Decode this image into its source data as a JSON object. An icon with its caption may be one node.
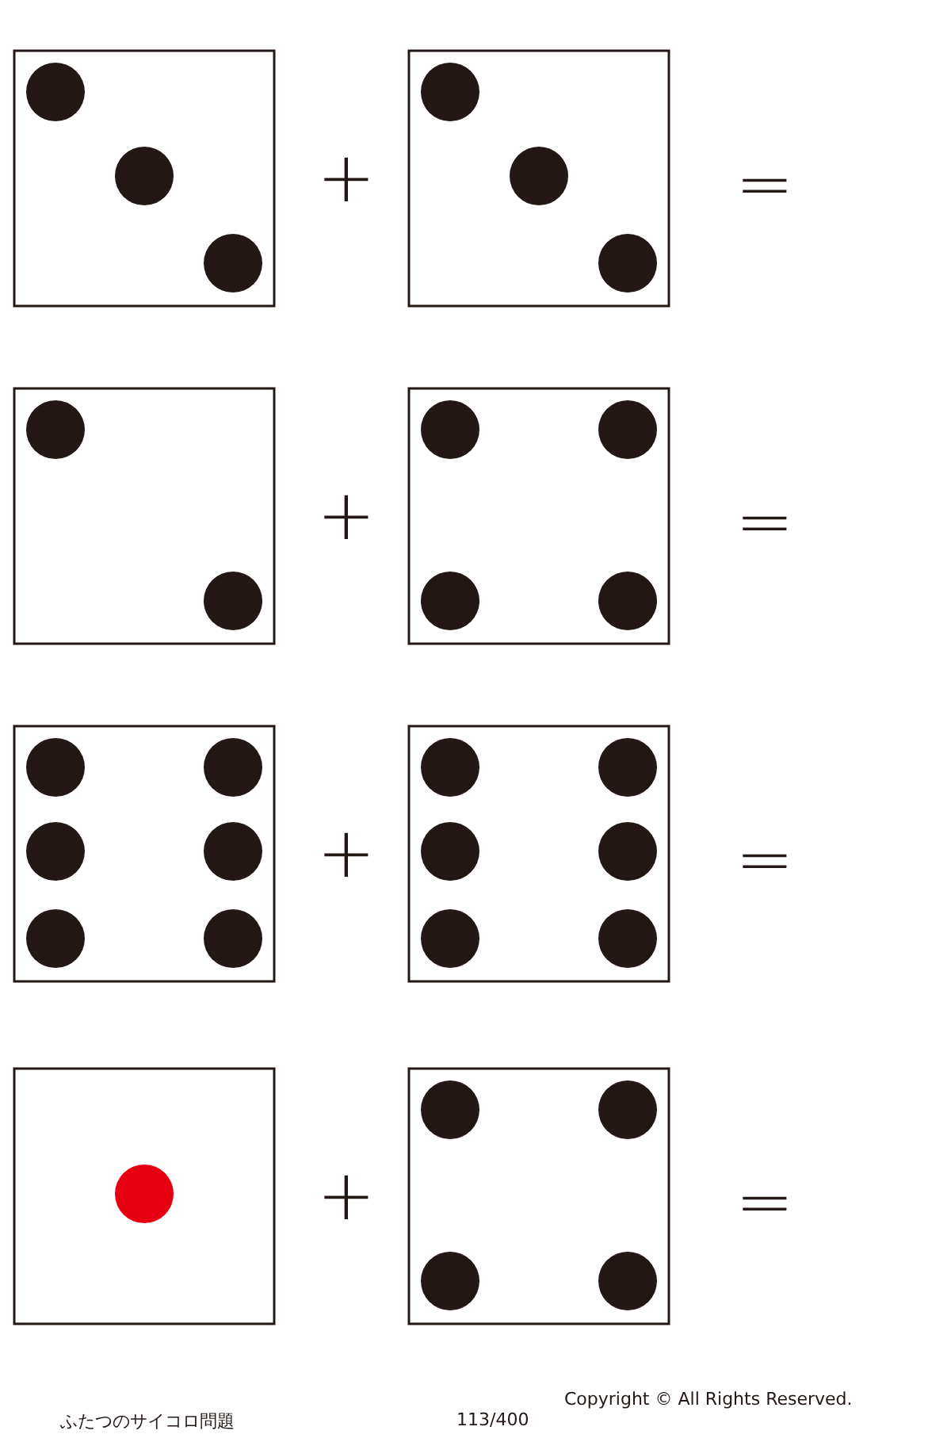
{
  "diagram": {
    "labels": [
      "+",
      "=",
      "+",
      "=",
      "+",
      "=",
      "+",
      "=",
      "ふたつのサイコロ問題",
      "113/400",
      "Copyright © All Rights Reserved."
    ]
  }
}
